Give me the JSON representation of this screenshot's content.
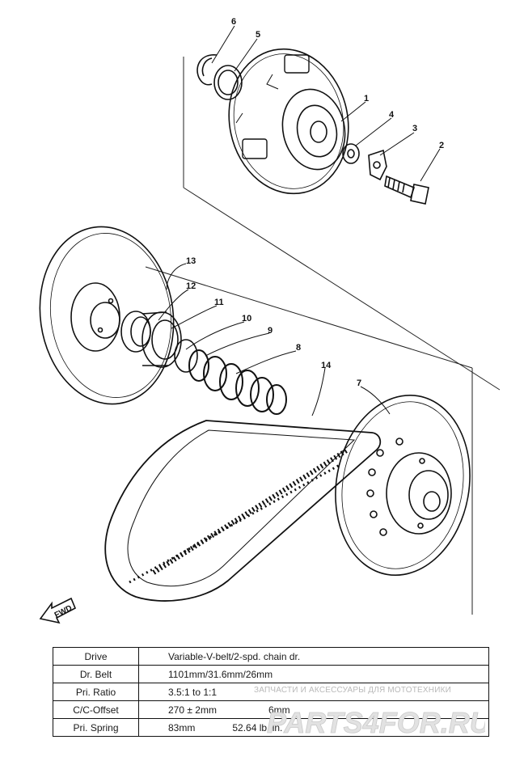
{
  "callouts": {
    "c1": "1",
    "c2": "2",
    "c3": "3",
    "c4": "4",
    "c5": "5",
    "c6": "6",
    "c7": "7",
    "c8": "8",
    "c9": "9",
    "c10": "10",
    "c11": "11",
    "c12": "12",
    "c13": "13",
    "c14": "14"
  },
  "forward_label": "FWD",
  "specs": [
    {
      "label": "Drive",
      "value": "Variable-V-belt/2-spd. chain dr.",
      "extra": ""
    },
    {
      "label": "Dr. Belt",
      "value": "1101mm/31.6mm/26mm",
      "extra": ""
    },
    {
      "label": "Pri. Ratio",
      "value": "3.5:1  to  1:1",
      "extra": ""
    },
    {
      "label": "C/C-Offset",
      "value": "270 ± 2mm",
      "extra": "6mm"
    },
    {
      "label": "Pri. Spring",
      "value": "83mm",
      "extra": "52.64 lb./in."
    }
  ],
  "watermark": {
    "caption": "ЗАПЧАСТИ И АКСЕССУАРЫ ДЛЯ МОТОТЕХНИКИ",
    "logo": "PARTS4FOR.RU"
  },
  "colors": {
    "ink": "#111111",
    "watermark": "#bdbdbd"
  }
}
